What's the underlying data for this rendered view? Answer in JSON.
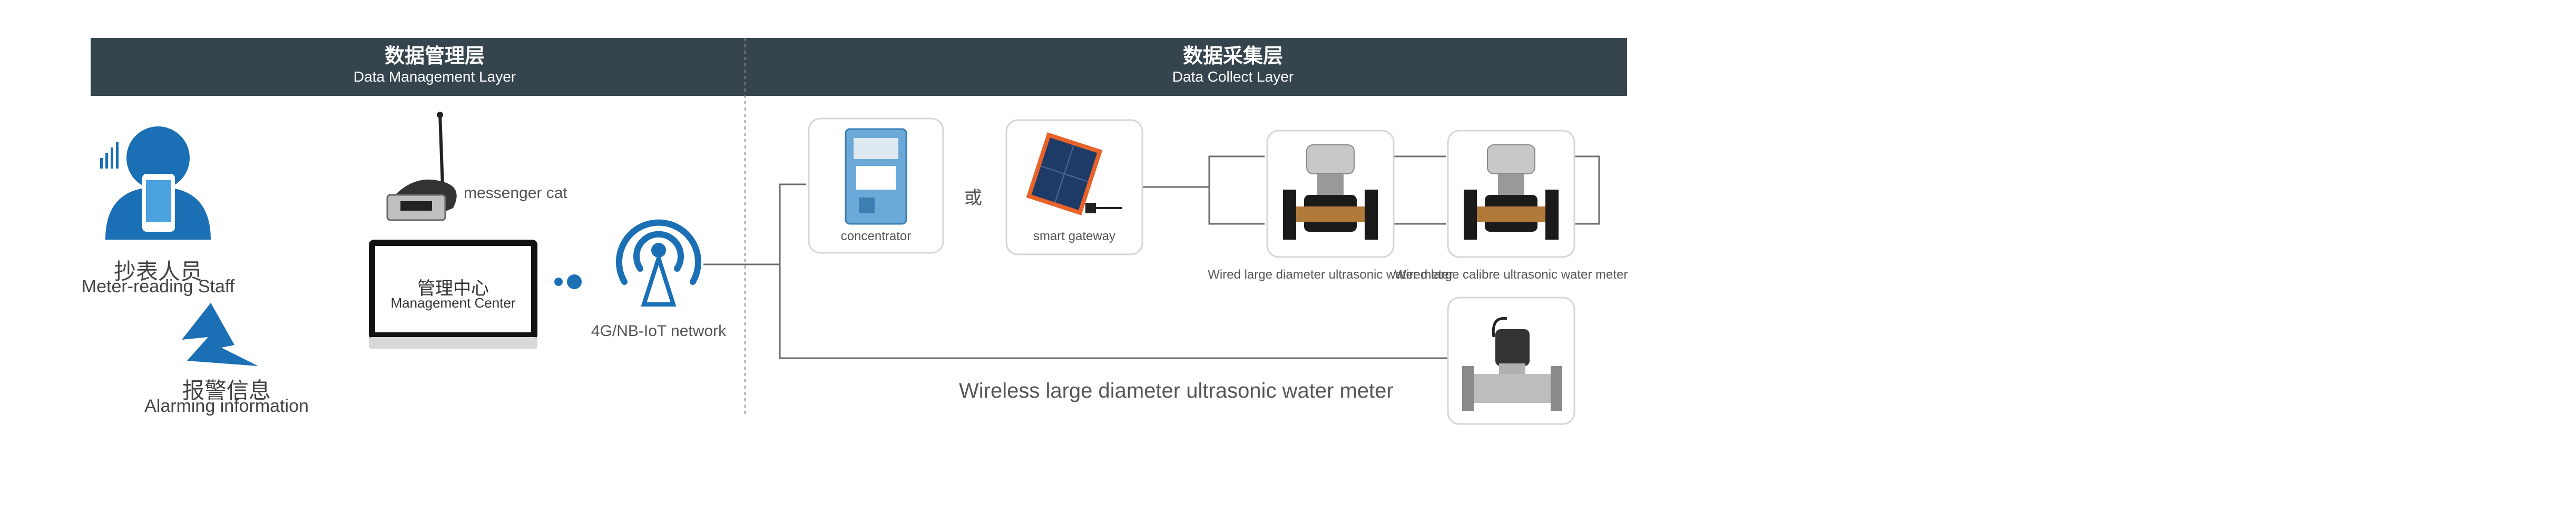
{
  "header": {
    "management_title": "数据管理层",
    "management_subtitle": "Data Management Layer",
    "collect_title": "数据采集层",
    "collect_subtitle": "Data Collect Layer"
  },
  "left": {
    "staff_cn": "抄表人员",
    "staff_en": "Meter-reading Staff",
    "alarm_cn": "报警信息",
    "alarm_en": "Alarming information"
  },
  "center": {
    "messenger_label": "messenger cat",
    "monitor_cn": "管理中心",
    "monitor_en": "Management Center",
    "network_label": "4G/NB-IoT network"
  },
  "devices": {
    "concentrator": "concentrator",
    "or_label": "或",
    "gateway": "smart gateway",
    "wired_meter_1": "Wired large diameter ultrasonic water meter",
    "wired_meter_2": "Wired large calibre ultrasonic water meter",
    "wireless_meter": "Wireless large diameter ultrasonic water meter"
  },
  "colors": {
    "header_bg": "#36454d",
    "brand_blue": "#1a6fb5",
    "line": "#6b6b6b",
    "box_border": "#d6d6d6"
  }
}
